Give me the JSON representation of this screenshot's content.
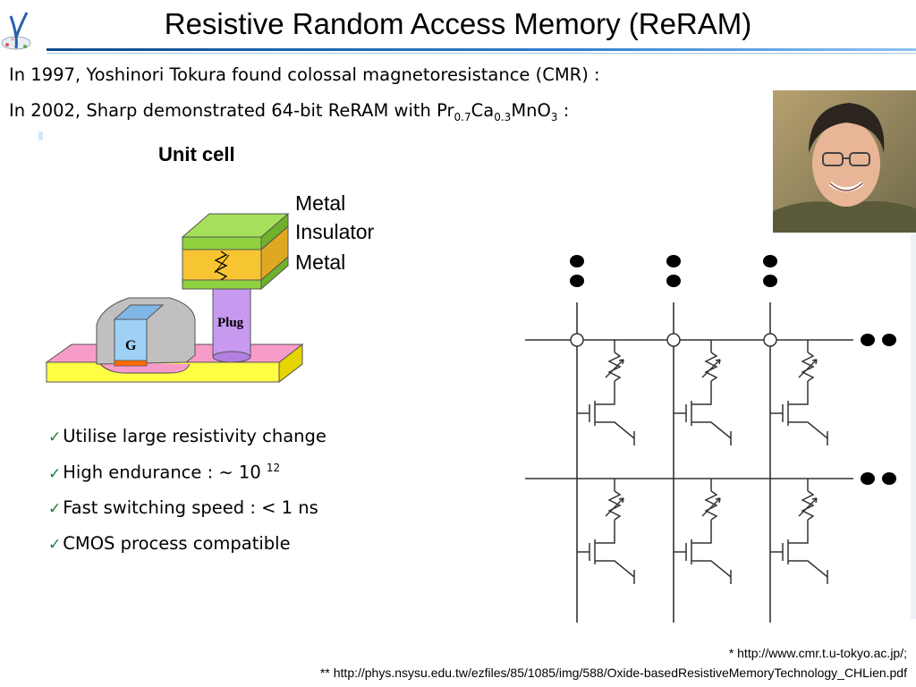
{
  "slide": {
    "title": "Resistive Random Access Memory (ReRAM)",
    "line1": "In 1997, Yoshinori Tokura found colossal magnetoresistance (CMR) :",
    "line2": {
      "prefix": "In 2002, Sharp demonstrated 64-bit ReRAM with Pr",
      "sub1": "0.7",
      "ca": "Ca",
      "sub2": "0.3",
      "mno": "MnO",
      "sub3": "3",
      "suffix": " :"
    }
  },
  "figure": {
    "heading": "Unit cell",
    "layers": [
      "Metal",
      "Insulator",
      "Metal"
    ],
    "plug_label": "Plug",
    "gate_label": "G",
    "colors": {
      "metal": "#8fd13f",
      "insulator": "#f7c531",
      "plug": "#c79af0",
      "gate": "#9fd0f5",
      "spacer": "#c0c0c0",
      "substrate": "#ffff44",
      "diffusion": "#f79bc9",
      "oxide": "#ff6a00"
    }
  },
  "bullets": [
    {
      "icon": "check-icon",
      "text": "Utilise large resistivity change"
    },
    {
      "icon": "check-icon",
      "text": "High endurance : ~ 10 ",
      "sup": "12"
    },
    {
      "icon": "check-icon",
      "text": "Fast switching speed : < 1 ns"
    },
    {
      "icon": "check-icon",
      "text": "CMOS process compatible"
    }
  ],
  "references": [
    "* http://www.cmr.t.u-tokyo.ac.jp/;",
    "** http://phys.nsysu.edu.tw/ezfiles/85/1085/img/588/Oxide-basedResistiveMemoryTechnology_CHLien.pdf"
  ],
  "accent_color": "#1f64b0"
}
